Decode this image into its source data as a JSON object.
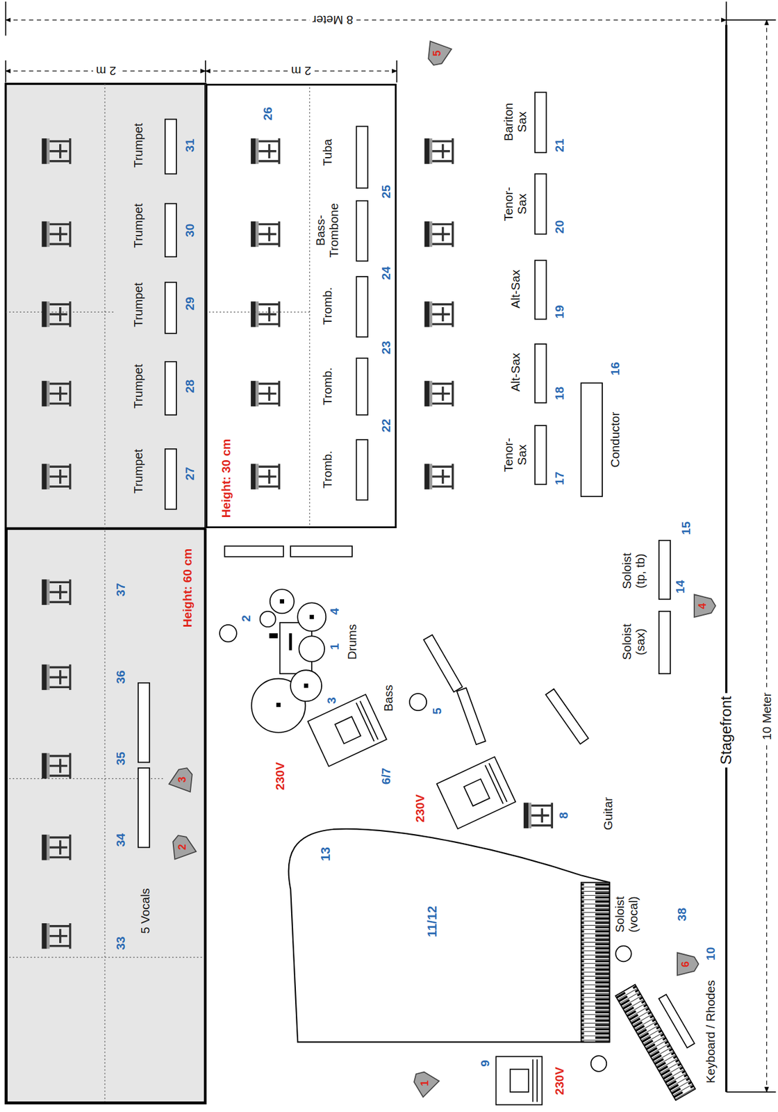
{
  "diagram": {
    "nodes": [
      {
        "text": [
          "Height: 30 cm"
        ]
      },
      {
        "text": [
          "Height: 60 cm"
        ]
      },
      {
        "text": [
          "3"
        ],
        "in": 1
      },
      {
        "text": [
          "2"
        ],
        "in": 1
      },
      {
        "text": [
          "13",
          "11/12"
        ]
      },
      {
        "text": [
          "5"
        ]
      },
      {
        "text": [
          "4"
        ]
      },
      {
        "text": [
          "6"
        ]
      },
      {
        "text": [
          "1"
        ]
      }
    ],
    "labels": [
      "8 Meter",
      "2 m",
      "2 m",
      "10 Meter",
      "Stagefront",
      "Trumpet",
      "Trumpet",
      "Trumpet",
      "Trumpet",
      "Trumpet",
      "31",
      "30",
      "29",
      "28",
      "27",
      "26",
      "Tuba",
      "Bass- Trombone",
      "Tromb.",
      "Tromb.",
      "Tromb.",
      "25",
      "24",
      "23",
      "22",
      "Bariton Sax",
      "Tenor- Sax",
      "Alt-Sax",
      "Alt-Sax",
      "Tenor- Sax",
      "21",
      "20",
      "19",
      "18",
      "17",
      "16",
      "Conductor",
      "Soloist (tp, tb)",
      "15",
      "Soloist (sax)",
      "14",
      "Soloist (vocal)",
      "38",
      "37",
      "36",
      "35",
      "34",
      "33",
      "5 Vocals",
      "Drums",
      "1",
      "2",
      "3",
      "4",
      "Bass",
      "5",
      "6/7",
      "230V",
      "230V",
      "8",
      "Guitar",
      "10",
      "Keyboard / Rhodes",
      "9",
      "230V"
    ]
  }
}
